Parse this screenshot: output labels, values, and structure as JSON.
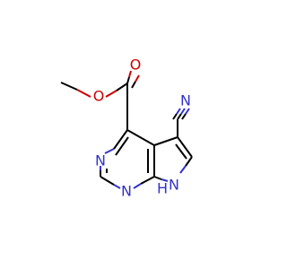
{
  "molecule": {
    "atoms": {
      "ester_oxygen": "O",
      "carbonyl_oxygen": "O",
      "nitrile_nitrogen": "N",
      "ring_nitrogen_3": "N",
      "ring_nitrogen_1": "N",
      "pyrrole_nitrogen": "N",
      "pyrrole_hydrogen": "H"
    },
    "colors": {
      "carbon_bond": "#000000",
      "nitrogen": "#3333cc",
      "oxygen": "#cc0000",
      "background": "#ffffff"
    }
  }
}
